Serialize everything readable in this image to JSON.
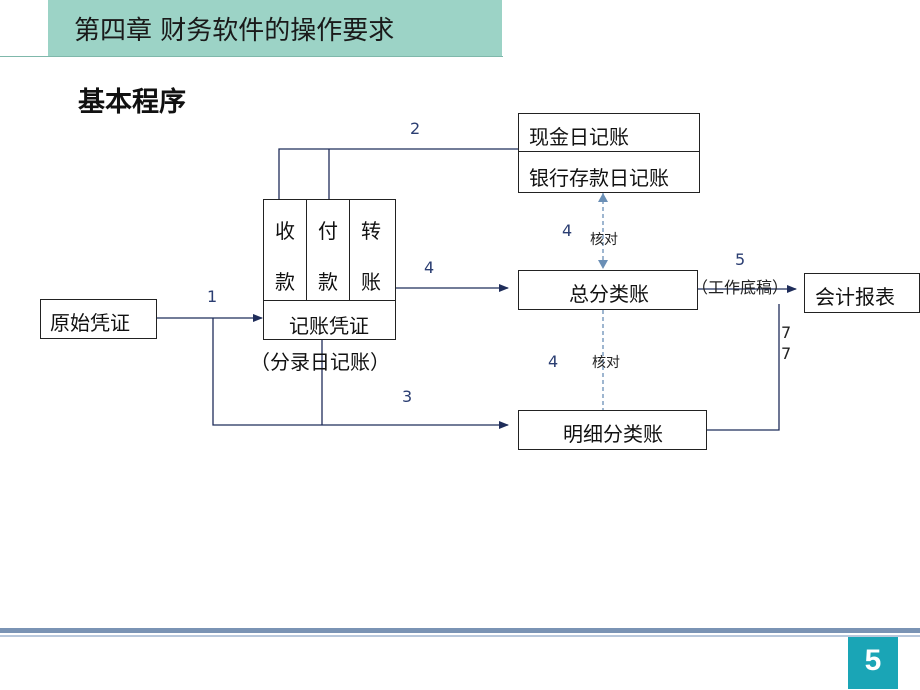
{
  "header": {
    "title": "第四章 财务软件的操作要求"
  },
  "slide": {
    "subtitle": "基本程序",
    "page_number": "5"
  },
  "diagram": {
    "boxes": {
      "source_voucher": "原始凭证",
      "cash_journal": "现金日记账",
      "bank_journal": "银行存款日记账",
      "receipt_col": [
        "收",
        "款"
      ],
      "payment_col": [
        "付",
        "款"
      ],
      "transfer_col": [
        "转",
        "账"
      ],
      "posting_voucher": "记账凭证",
      "general_ledger": "总分类账",
      "subsidiary_ledger": "明细分类账",
      "financial_reports": "会计报表"
    },
    "notes": {
      "journal_note": "（分录日记账）",
      "worksheet_note": "（工作底稿）",
      "reconcile_top": "核对",
      "reconcile_bottom": "核对",
      "side_mark_1": "7",
      "side_mark_2": "7"
    },
    "step_numbers": {
      "s1": "1",
      "s2": "2",
      "s3": "3",
      "s4a": "4",
      "s4b": "4",
      "s4c": "4",
      "s5": "5"
    }
  }
}
